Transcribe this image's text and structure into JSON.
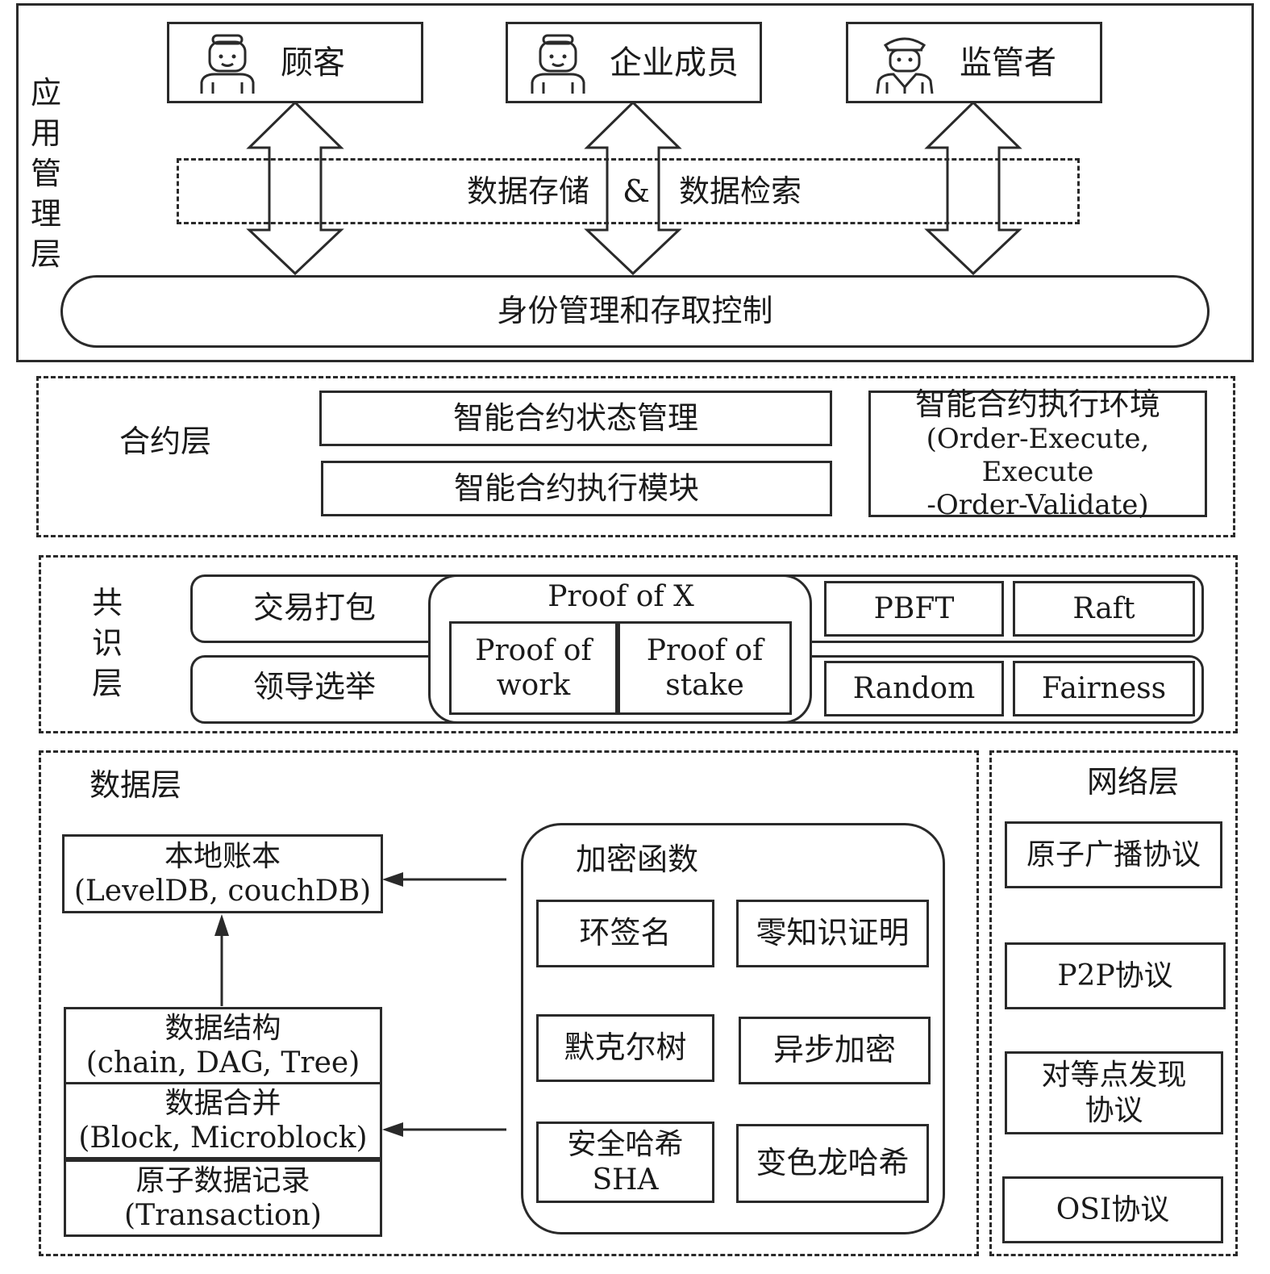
{
  "app_layer": {
    "label": "应用管理层",
    "users": [
      {
        "label": "顾客",
        "icon": "customer-icon"
      },
      {
        "label": "企业成员",
        "icon": "enterprise-member-icon"
      },
      {
        "label": "监管者",
        "icon": "regulator-icon"
      }
    ],
    "data_storage": "数据存储",
    "amp": "&",
    "data_retrieval": "数据检索",
    "identity": "身份管理和存取控制"
  },
  "contract_layer": {
    "label": "合约层",
    "state_mgmt": "智能合约状态管理",
    "exec_module": "智能合约执行模块",
    "exec_env": {
      "line1": "智能合约执行环境",
      "line2": "(Order-Execute, Execute",
      "line3": "-Order-Validate)"
    }
  },
  "consensus_layer": {
    "label": "共识层",
    "tx_packing": "交易打包",
    "leader_election": "领导选举",
    "proof_of_x": "Proof of X",
    "pow": {
      "line1": "Proof of",
      "line2": "work"
    },
    "pos": {
      "line1": "Proof of",
      "line2": "stake"
    },
    "algorithms": [
      "PBFT",
      "Raft",
      "Random",
      "Fairness"
    ]
  },
  "data_layer": {
    "label": "数据层",
    "ledger": {
      "line1": "本地账本",
      "line2": "(LevelDB, couchDB)"
    },
    "structure": {
      "line1": "数据结构",
      "line2": "(chain, DAG, Tree)"
    },
    "merge": {
      "line1": "数据合并",
      "line2": "(Block, Microblock)"
    },
    "record": {
      "line1": "原子数据记录",
      "line2": "(Transaction)"
    },
    "crypto": {
      "title": "加密函数",
      "ring_sig": "环签名",
      "zkp": "零知识证明",
      "merkle": "默克尔树",
      "async_enc": "异步加密",
      "sha": {
        "line1": "安全哈希",
        "line2": "SHA"
      },
      "chameleon": "变色龙哈希"
    }
  },
  "network_layer": {
    "label": "网络层",
    "items": [
      "原子广播协议",
      "P2P协议",
      "对等点发现协议",
      "OSI协议"
    ]
  }
}
